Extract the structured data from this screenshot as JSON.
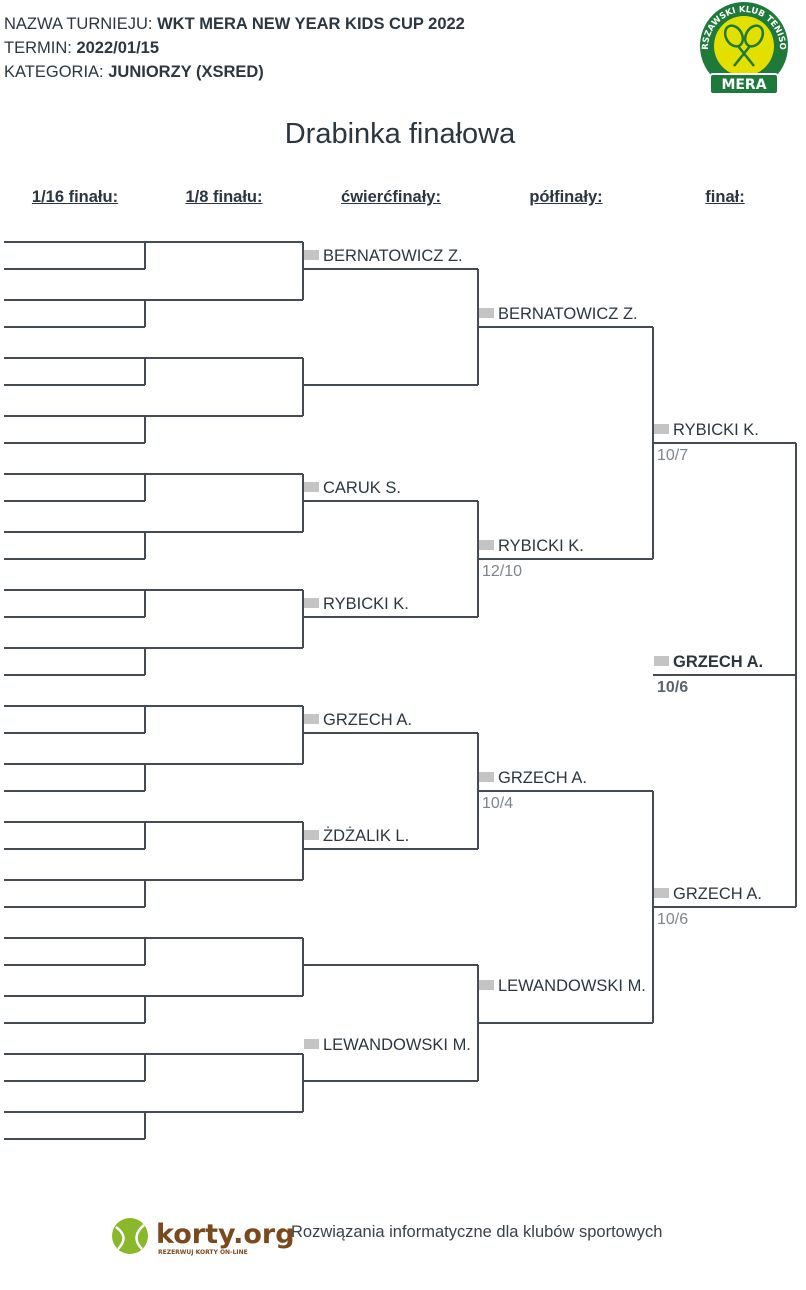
{
  "header": {
    "tournament_label": "NAZWA TURNIEJU:",
    "tournament_value": "WKT MERA NEW YEAR KIDS CUP 2022",
    "date_label": "TERMIN:",
    "date_value": "2022/01/15",
    "category_label": "KATEGORIA:",
    "category_value": "JUNIORZY (XSRED)"
  },
  "logo": {
    "text_top": "WARSZAWSKI KLUB TENISOWY",
    "text_bottom": "MERA"
  },
  "title": "Drabinka finałowa",
  "round_headers": [
    "1/16 finału:",
    "1/8 finału:",
    "ćwierćfinały:",
    "półfinały:",
    "finał:"
  ],
  "quarterfinals": [
    {
      "name": "BERNATOWICZ Z.",
      "score": ""
    },
    {
      "name": "CARUK S.",
      "score": ""
    },
    {
      "name": "RYBICKI K.",
      "score": ""
    },
    {
      "name": "GRZECH A.",
      "score": ""
    },
    {
      "name": "ŻDŻALIK L.",
      "score": ""
    },
    {
      "name": "LEWANDOWSKI M.",
      "score": ""
    }
  ],
  "semifinals": [
    {
      "name": "BERNATOWICZ Z.",
      "score": ""
    },
    {
      "name": "RYBICKI K.",
      "score": "12/10"
    },
    {
      "name": "GRZECH A.",
      "score": "10/4"
    },
    {
      "name": "LEWANDOWSKI M.",
      "score": ""
    }
  ],
  "finals": [
    {
      "name": "RYBICKI K.",
      "score": "10/7"
    },
    {
      "name": "GRZECH A.",
      "score": "10/6"
    }
  ],
  "champion": {
    "name": "GRZECH A.",
    "score": "10/6"
  },
  "footer": {
    "brand": "korty.org",
    "brand_sub": "REZERWUJ KORTY ON-LINE",
    "tagline": "Rozwiązania informatyczne dla klubów sportowych"
  },
  "colors": {
    "text": "#2b3640",
    "line": "#444b52",
    "score": "#7d858c",
    "logo_green": "#1d7a3a",
    "logo_yellow": "#e3e000",
    "korty_green": "#8ab82b",
    "korty_brown": "#7a4a1e"
  }
}
